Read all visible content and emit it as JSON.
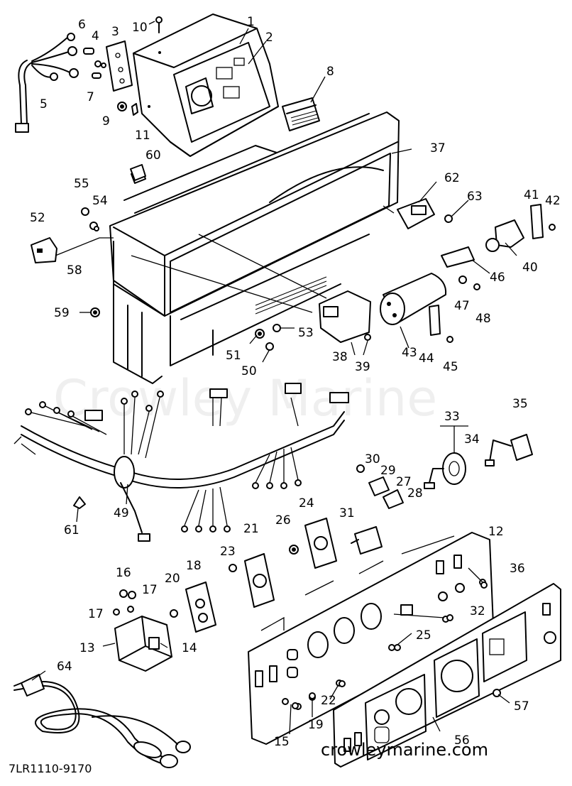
{
  "watermark": "Crowley Marine",
  "website": "crowleymarine.com",
  "drawing_code": "7LR1110-9170",
  "parts": [
    {
      "num": "1"
    },
    {
      "num": "2"
    },
    {
      "num": "3"
    },
    {
      "num": "4"
    },
    {
      "num": "5"
    },
    {
      "num": "6"
    },
    {
      "num": "7"
    },
    {
      "num": "8"
    },
    {
      "num": "9"
    },
    {
      "num": "10"
    },
    {
      "num": "11"
    },
    {
      "num": "12"
    },
    {
      "num": "13"
    },
    {
      "num": "14"
    },
    {
      "num": "15"
    },
    {
      "num": "16"
    },
    {
      "num": "17"
    },
    {
      "num": "17"
    },
    {
      "num": "18"
    },
    {
      "num": "19"
    },
    {
      "num": "20"
    },
    {
      "num": "21"
    },
    {
      "num": "22"
    },
    {
      "num": "23"
    },
    {
      "num": "24"
    },
    {
      "num": "25"
    },
    {
      "num": "26"
    },
    {
      "num": "27"
    },
    {
      "num": "28"
    },
    {
      "num": "29"
    },
    {
      "num": "30"
    },
    {
      "num": "31"
    },
    {
      "num": "32"
    },
    {
      "num": "33"
    },
    {
      "num": "34"
    },
    {
      "num": "35"
    },
    {
      "num": "36"
    },
    {
      "num": "37"
    },
    {
      "num": "38"
    },
    {
      "num": "39"
    },
    {
      "num": "40"
    },
    {
      "num": "41"
    },
    {
      "num": "42"
    },
    {
      "num": "43"
    },
    {
      "num": "44"
    },
    {
      "num": "45"
    },
    {
      "num": "46"
    },
    {
      "num": "47"
    },
    {
      "num": "48"
    },
    {
      "num": "49"
    },
    {
      "num": "50"
    },
    {
      "num": "51"
    },
    {
      "num": "52"
    },
    {
      "num": "53"
    },
    {
      "num": "54"
    },
    {
      "num": "55"
    },
    {
      "num": "56"
    },
    {
      "num": "57"
    },
    {
      "num": "58"
    },
    {
      "num": "59"
    },
    {
      "num": "60"
    },
    {
      "num": "61"
    },
    {
      "num": "62"
    },
    {
      "num": "63"
    },
    {
      "num": "64"
    }
  ]
}
